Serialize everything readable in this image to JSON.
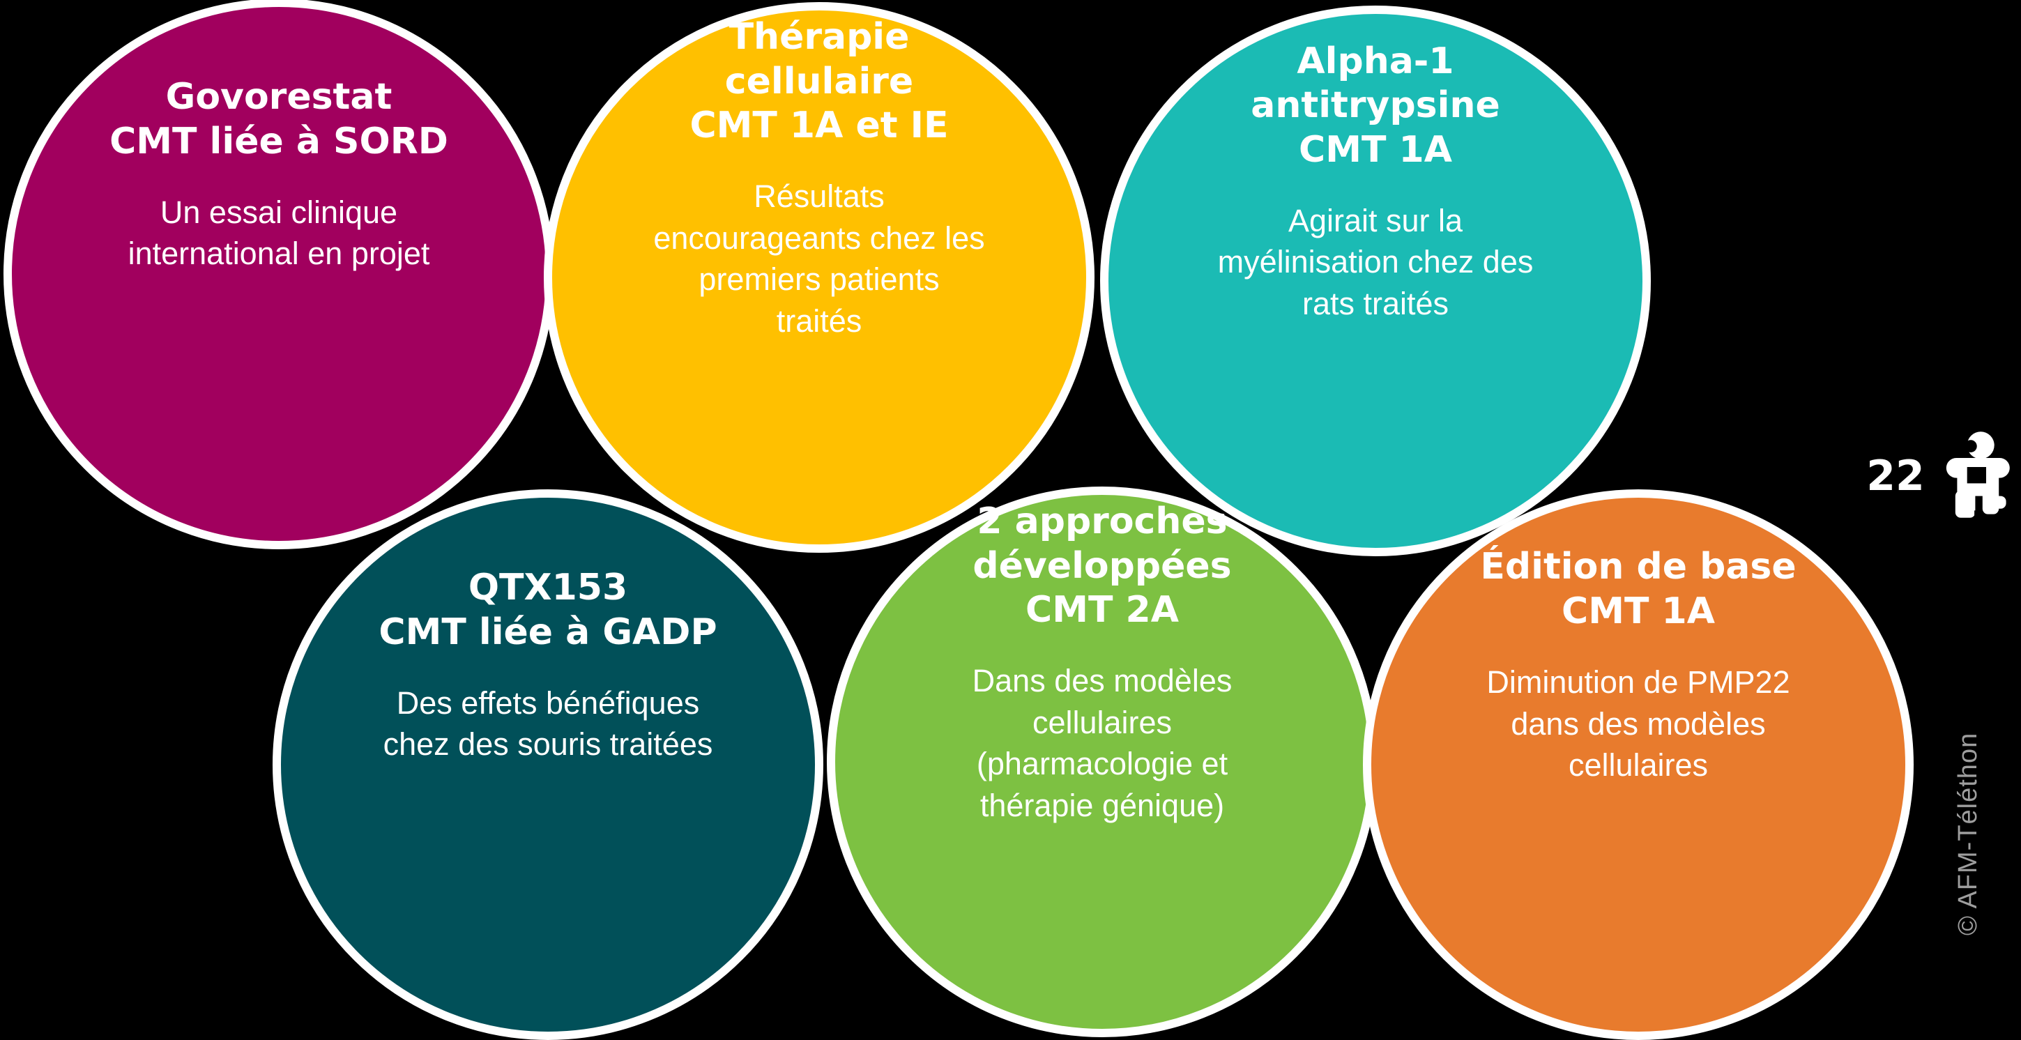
{
  "slide": {
    "background_color": "#000000",
    "page_number": "22",
    "copyright": "© AFM-Téléthon"
  },
  "circles": [
    {
      "id": "govorestat",
      "color": "#A1005E",
      "title": "Govorestat\nCMT liée à SORD",
      "subtitle": "Un essai clinique\ninternational en projet"
    },
    {
      "id": "therapie-cellulaire",
      "color": "#FFC000",
      "title": "Thérapie\ncellulaire\nCMT 1A et IE",
      "subtitle": "Résultats\nencourageants chez les\npremiers patients\ntraités"
    },
    {
      "id": "alpha-1-antitrypsine",
      "color": "#1BBBB4",
      "title": "Alpha-1\nantitrypsine\nCMT 1A",
      "subtitle": "Agirait sur la\nmyélinisation chez des\nrats traités"
    },
    {
      "id": "qtx153",
      "color": "#015059",
      "title": "QTX153\nCMT liée à GADP",
      "subtitle": "Des effets bénéfiques\nchez des souris traitées"
    },
    {
      "id": "deux-approches-cmt2a",
      "color": "#7DC142",
      "title": "2 approches\ndéveloppées\nCMT 2A",
      "subtitle": "Dans des modèles\ncellulaires\n(pharmacologie et\nthérapie génique)"
    },
    {
      "id": "edition-de-base",
      "color": "#E87B2D",
      "title": "Édition de base\nCMT 1A",
      "subtitle": "Diminution de PMP22\ndans des modèles\ncellulaires"
    }
  ],
  "icons": {
    "person_icon_color": "#FFFFFF"
  }
}
